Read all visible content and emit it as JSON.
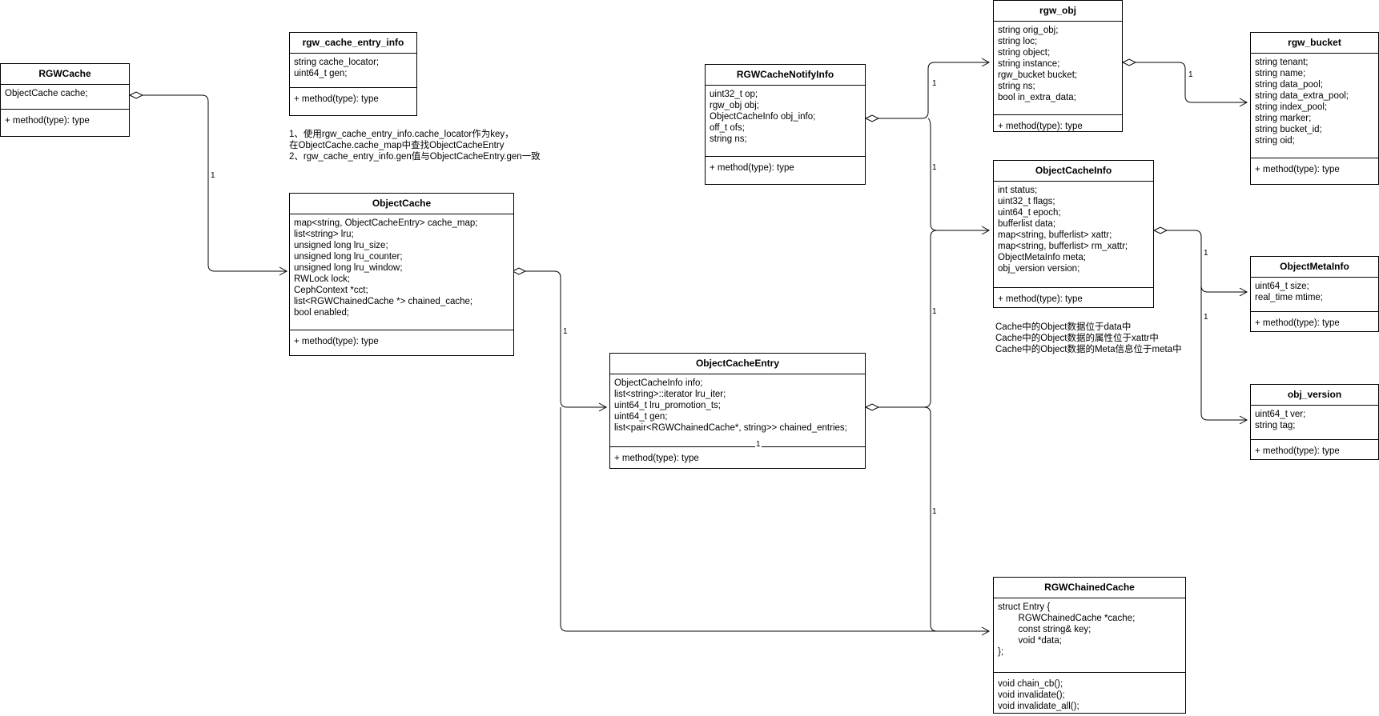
{
  "classes": {
    "rgwcache": {
      "name": "RGWCache",
      "attributes": "ObjectCache cache;",
      "methods": "+ method(type): type"
    },
    "rgw_cache_entry_info": {
      "name": "rgw_cache_entry_info",
      "attributes": "string cache_locator;\nuint64_t gen;",
      "methods": "+ method(type): type"
    },
    "objectcache": {
      "name": "ObjectCache",
      "attributes": "map<string, ObjectCacheEntry> cache_map;\nlist<string> lru;\nunsigned long lru_size;\nunsigned long lru_counter;\nunsigned long lru_window;\nRWLock lock;\nCephContext *cct;\nlist<RGWChainedCache *> chained_cache;\nbool enabled;",
      "methods": "+ method(type): type"
    },
    "rgwcachenotifyinfo": {
      "name": "RGWCacheNotifyInfo",
      "attributes": "uint32_t op;\nrgw_obj obj;\nObjectCacheInfo obj_info;\noff_t ofs;\nstring ns;",
      "methods": "+ method(type): type"
    },
    "rgw_obj": {
      "name": "rgw_obj",
      "attributes": "string orig_obj;\nstring loc;\nstring object;\nstring instance;\nrgw_bucket bucket;\nstring ns;\nbool in_extra_data;",
      "methods": "+ method(type): type"
    },
    "rgw_bucket": {
      "name": "rgw_bucket",
      "attributes": "string tenant;\nstring name;\nstring data_pool;\nstring data_extra_pool;\nstring index_pool;\nstring marker;\nstring bucket_id;\nstring oid;",
      "methods": "+ method(type): type"
    },
    "objectcacheinfo": {
      "name": "ObjectCacheInfo",
      "attributes": "int status;\nuint32_t flags;\nuint64_t epoch;\nbufferlist data;\nmap<string, bufferlist> xattr;\nmap<string, bufferlist> rm_xattr;\nObjectMetaInfo meta;\nobj_version version;",
      "methods": "+ method(type): type"
    },
    "objectmetainfo": {
      "name": "ObjectMetaInfo",
      "attributes": "uint64_t size;\nreal_time mtime;",
      "methods": "+ method(type): type"
    },
    "obj_version": {
      "name": "obj_version",
      "attributes": "uint64_t ver;\nstring tag;",
      "methods": "+ method(type): type"
    },
    "objectcacheentry": {
      "name": "ObjectCacheEntry",
      "attributes": "ObjectCacheInfo info;\nlist<string>::iterator lru_iter;\nuint64_t lru_promotion_ts;\nuint64_t gen;\nlist<pair<RGWChainedCache*, string>> chained_entries;",
      "methods": "+ method(type): type"
    },
    "rgwchainedcache": {
      "name": "RGWChainedCache",
      "attributes": "struct Entry {\n        RGWChainedCache *cache;\n        const string& key;\n        void *data;\n};",
      "methods": "void chain_cb();\nvoid invalidate();\nvoid invalidate_all();"
    }
  },
  "notes": {
    "cache_entry_note": "1、使用rgw_cache_entry_info.cache_locator作为key，\n在ObjectCache.cache_map中查找ObjectCacheEntry\n2、rgw_cache_entry_info.gen值与ObjectCacheEntry.gen一致",
    "object_cache_info_note": "Cache中的Object数据位于data中\nCache中的Object数据的属性位于xattr中\nCache中的Object数据的Meta信息位于meta中"
  },
  "multiplicities": {
    "rgwcache_objectcache": "1",
    "objectcache_entry": "1",
    "notify_rgwobj": "1",
    "notify_info": "1",
    "entry_info": "1",
    "entry_chained": "1",
    "entry_inline": "1",
    "rgwobj_bucket": "1",
    "info_meta": "1",
    "info_version": "1"
  },
  "colors": {
    "line": "#000000",
    "background": "#ffffff"
  }
}
